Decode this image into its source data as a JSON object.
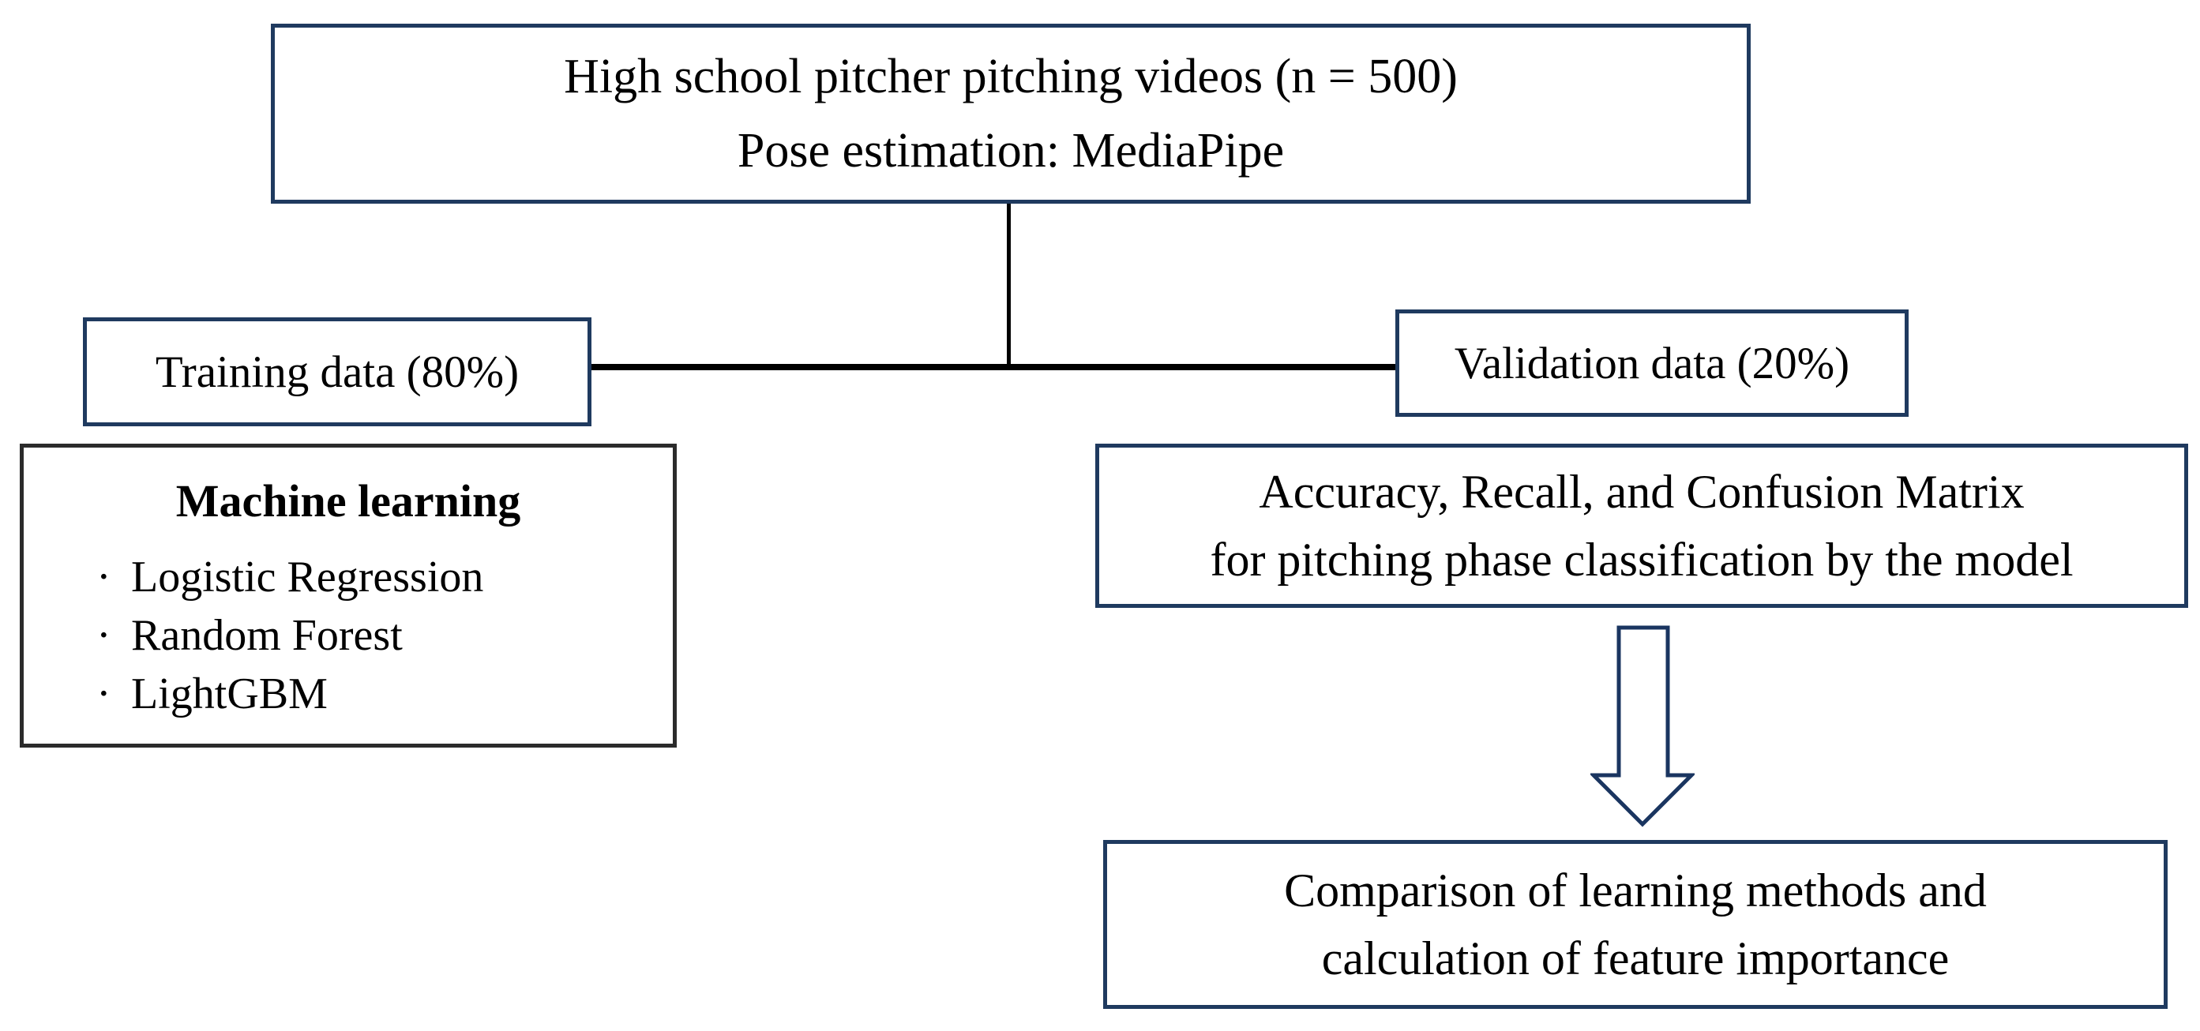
{
  "diagram": {
    "top_box": {
      "line1": "High school pitcher pitching videos (n = 500)",
      "line2": "Pose estimation: MediaPipe"
    },
    "training_box": {
      "label": "Training data (80%)"
    },
    "validation_box": {
      "label": "Validation data (20%)"
    },
    "ml_box": {
      "title": "Machine learning",
      "bullet": "·",
      "items": [
        "Logistic Regression",
        "Random Forest",
        "LightGBM"
      ]
    },
    "accuracy_box": {
      "line1": "Accuracy, Recall, and Confusion Matrix",
      "line2": "for pitching phase classification by the model"
    },
    "comparison_box": {
      "line1": "Comparison of learning methods and",
      "line2": "calculation of feature importance"
    },
    "colors": {
      "navy_border": "#1f3a5f",
      "black_border": "#2b2b2b",
      "connector_line": "#000000",
      "background": "#ffffff",
      "text": "#000000"
    }
  }
}
